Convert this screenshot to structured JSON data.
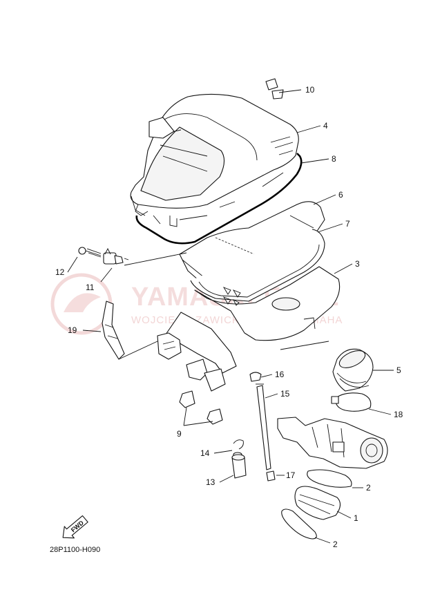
{
  "diagram": {
    "diagram_code": "28P1100-H090",
    "fwd_label": "FWD",
    "watermark": {
      "brand": "YAMASKLEP.PL",
      "tagline": "WOJCIECH ZAWICKI DEALER YAMAHA"
    },
    "callouts": [
      "10",
      "4",
      "8",
      "6",
      "7",
      "3",
      "12",
      "11",
      "19",
      "5",
      "16",
      "15",
      "18",
      "9",
      "14",
      "13",
      "17",
      "2",
      "1",
      "2"
    ],
    "colors": {
      "line": "#111111",
      "watermark": "#e8b4b4",
      "background": "#ffffff"
    }
  }
}
